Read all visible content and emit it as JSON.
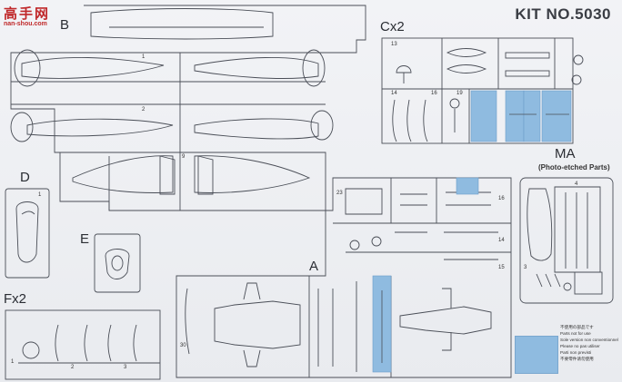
{
  "watermark": {
    "chinese": "高手网",
    "url": "nan-shou.com"
  },
  "kit_number": "KIT NO.5030",
  "sprues": {
    "B": "B",
    "C": "Cx2",
    "D": "D",
    "E": "E",
    "F": "Fx2",
    "A": "A",
    "MA": "MA",
    "MA_sub": "(Photo-etched Parts)"
  },
  "legend": {
    "notes": [
      "不使用の部品です",
      "Parts not for use",
      "Sole version non conventionnel",
      "Please no pas utiliser",
      "Parti non previsti",
      "不要零件请勿使用"
    ]
  },
  "colors": {
    "line": "#4a4e57",
    "highlight": "#8fbbe0",
    "logo": "#c0282a"
  }
}
